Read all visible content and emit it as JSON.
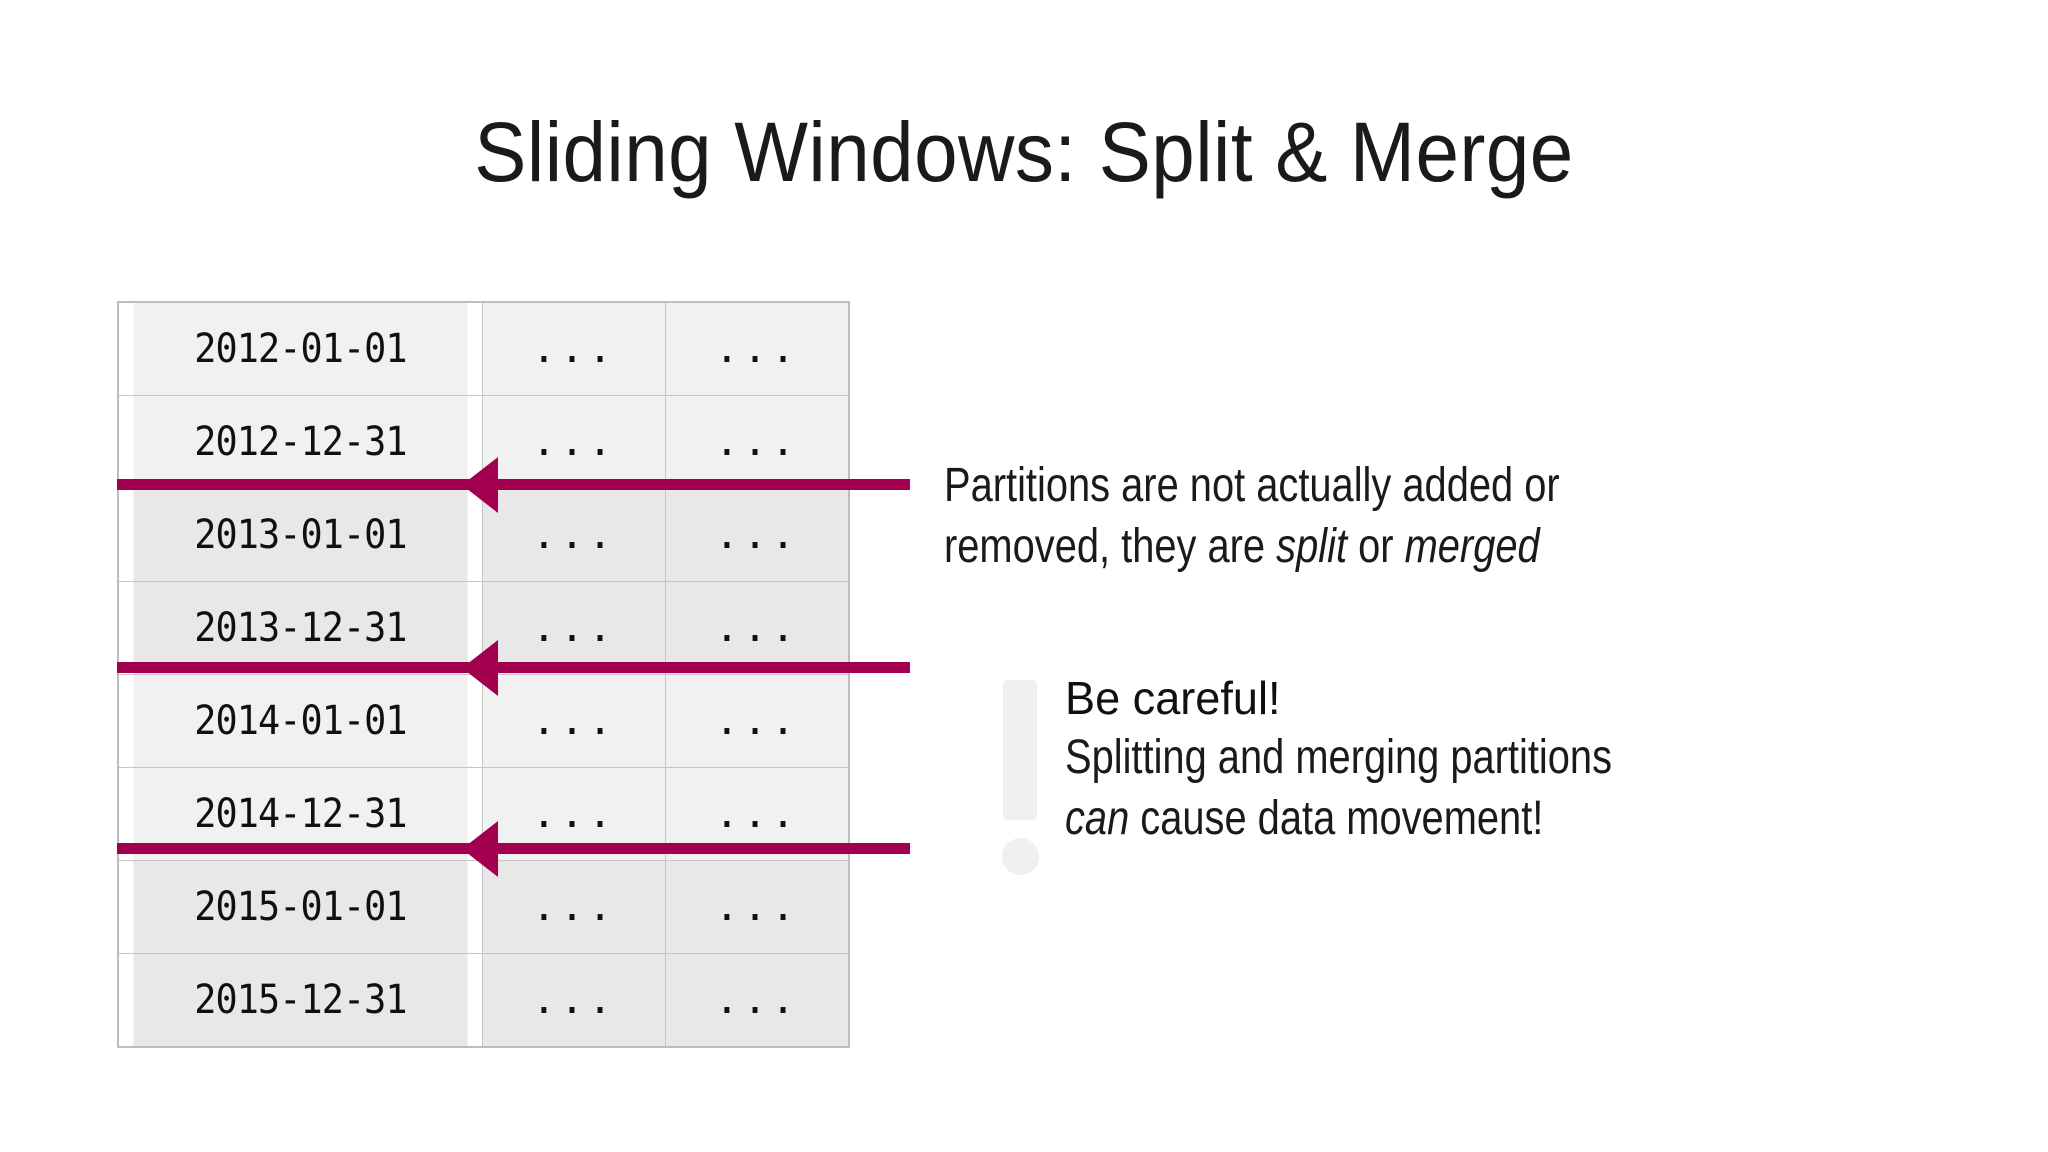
{
  "slide": {
    "title": "Sliding Windows: Split & Merge",
    "accent_color": "#A2004F",
    "background_color": "#FFFFFF"
  },
  "table": {
    "band_light_color": "#F1F1F1",
    "band_dark_color": "#E8E8E8",
    "border_color": "#C5C5C5",
    "columns": 3,
    "ellipsis": "...",
    "rows": [
      {
        "date": "2012-01-01",
        "col2": "...",
        "col3": "...",
        "band": "light"
      },
      {
        "date": "2012-12-31",
        "col2": "...",
        "col3": "...",
        "band": "light"
      },
      {
        "date": "2013-01-01",
        "col2": "...",
        "col3": "...",
        "band": "dark"
      },
      {
        "date": "2013-12-31",
        "col2": "...",
        "col3": "...",
        "band": "dark"
      },
      {
        "date": "2014-01-01",
        "col2": "...",
        "col3": "...",
        "band": "light"
      },
      {
        "date": "2014-12-31",
        "col2": "...",
        "col3": "...",
        "band": "light"
      },
      {
        "date": "2015-01-01",
        "col2": "...",
        "col3": "...",
        "band": "dark"
      },
      {
        "date": "2015-12-31",
        "col2": "...",
        "col3": "...",
        "band": "dark"
      }
    ]
  },
  "arrows": [
    {
      "name": "split-merge-arrow-2013",
      "direction": "left",
      "between": "2012-12-31 / 2013-01-01"
    },
    {
      "name": "split-merge-arrow-2014",
      "direction": "left",
      "between": "2013-12-31 / 2014-01-01"
    },
    {
      "name": "split-merge-arrow-2015",
      "direction": "left",
      "between": "2014-12-31 / 2015-01-01"
    }
  ],
  "note": {
    "line1": "Partitions are not actually added or",
    "line2_before": "removed, they are ",
    "line2_em1": "split",
    "line2_mid": " or ",
    "line2_em2": "merged"
  },
  "callout": {
    "icon": "exclamation-mark-icon",
    "title": "Be careful!",
    "line1": "Splitting and merging partitions",
    "line2_em": "can",
    "line2_after": " cause data movement!"
  }
}
